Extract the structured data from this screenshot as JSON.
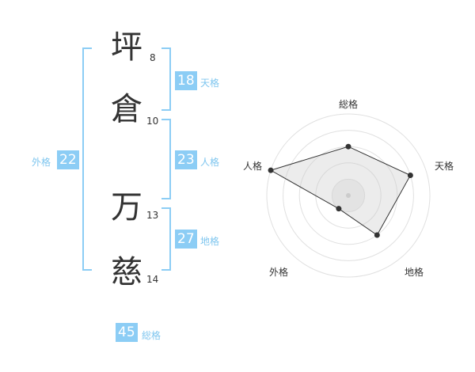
{
  "name": {
    "chars": [
      {
        "char": "坪",
        "strokes": "8"
      },
      {
        "char": "倉",
        "strokes": "10"
      },
      {
        "char": "万",
        "strokes": "13"
      },
      {
        "char": "慈",
        "strokes": "14"
      }
    ]
  },
  "fortune": {
    "tenkaku": {
      "value": "18",
      "label": "天格"
    },
    "jinkaku": {
      "value": "23",
      "label": "人格"
    },
    "chikaku": {
      "value": "27",
      "label": "地格"
    },
    "gaikaku": {
      "value": "22",
      "label": "外格"
    },
    "soukaku": {
      "value": "45",
      "label": "総格"
    }
  },
  "colors": {
    "accent": "#8ccdf5",
    "accent_text": "#7fc6ef"
  },
  "chart_data": {
    "type": "radar",
    "axes": [
      "総格",
      "天格",
      "地格",
      "外格",
      "人格"
    ],
    "values": [
      3,
      4,
      3,
      1,
      5
    ],
    "max": 5
  }
}
